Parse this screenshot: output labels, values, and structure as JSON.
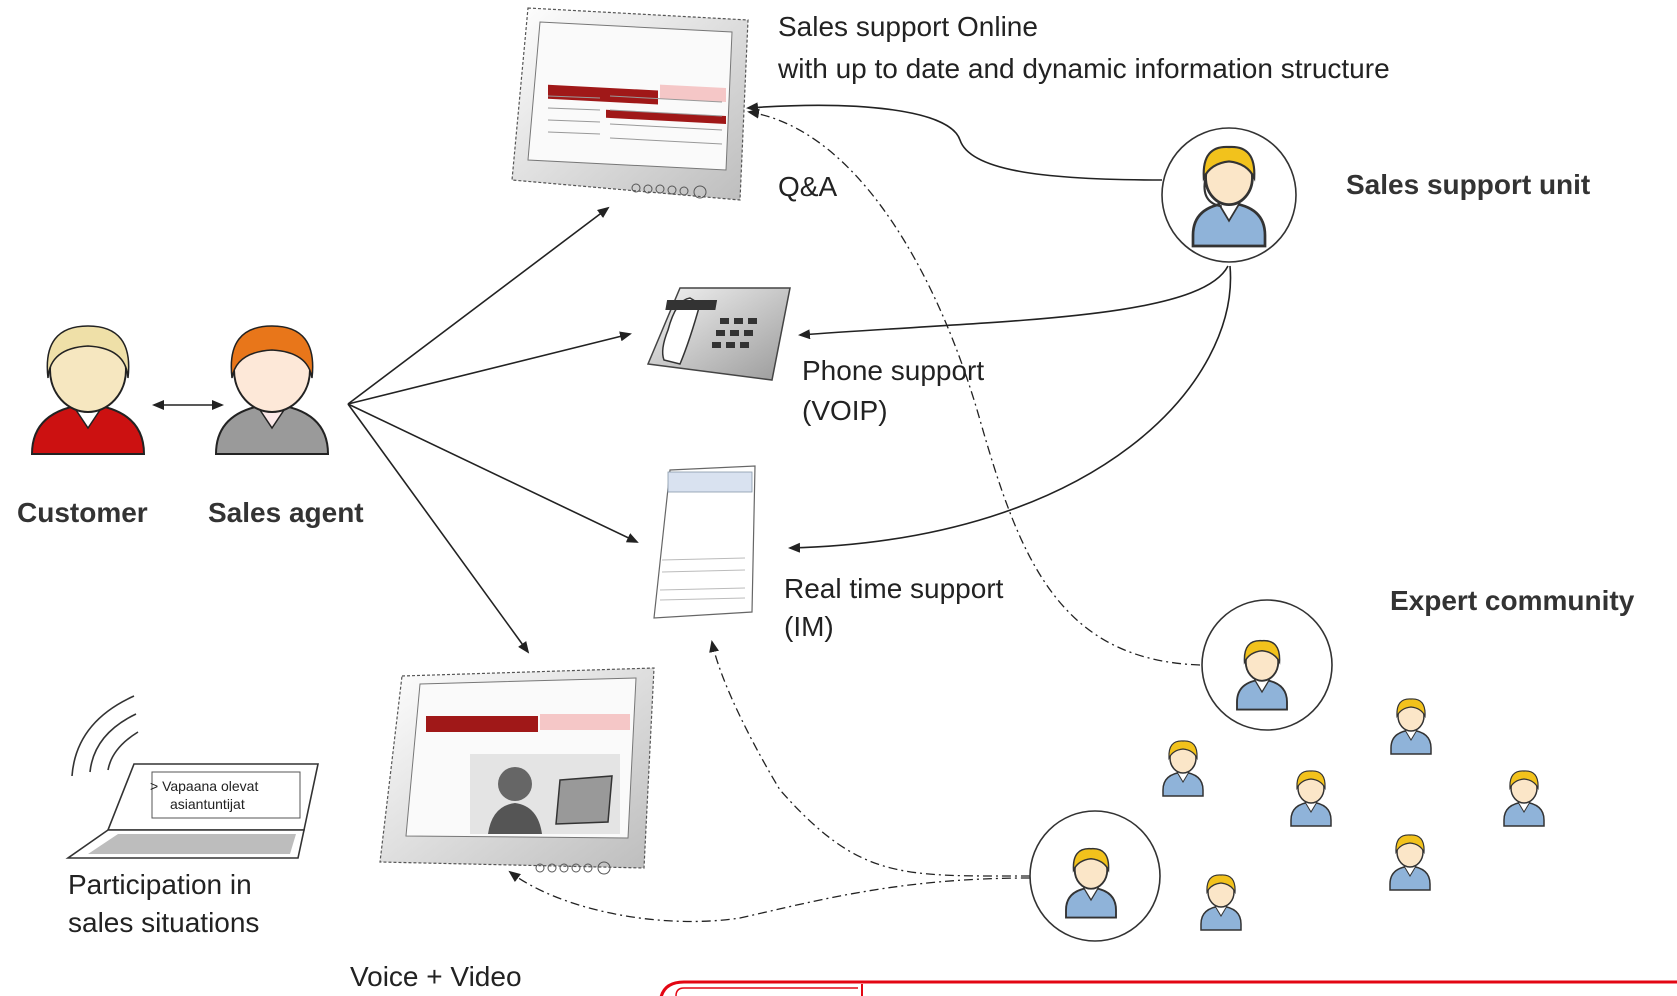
{
  "labels": {
    "online_title": "Sales support Online",
    "online_subtitle": "with up to date and dynamic information structure",
    "qa": "Q&A",
    "sales_support_unit": "Sales support unit",
    "phone_support": "Phone support",
    "phone_support_sub": "(VOIP)",
    "real_time_support": "Real time support",
    "real_time_support_sub": "(IM)",
    "expert_community": "Expert community",
    "customer": "Customer",
    "sales_agent": "Sales agent",
    "participation_1": "Participation in",
    "participation_2": "sales situations",
    "voice_video": "Voice + Video",
    "laptop_line1": "> Vapaana olevat",
    "laptop_line2": "asiantuntijat"
  },
  "colors": {
    "accent_red": "#e30613",
    "customer_shirt": "#cc1111",
    "agent_hair": "#e8761a",
    "expert_hair": "#f2c21c",
    "expert_shirt": "#8fb3d9"
  }
}
